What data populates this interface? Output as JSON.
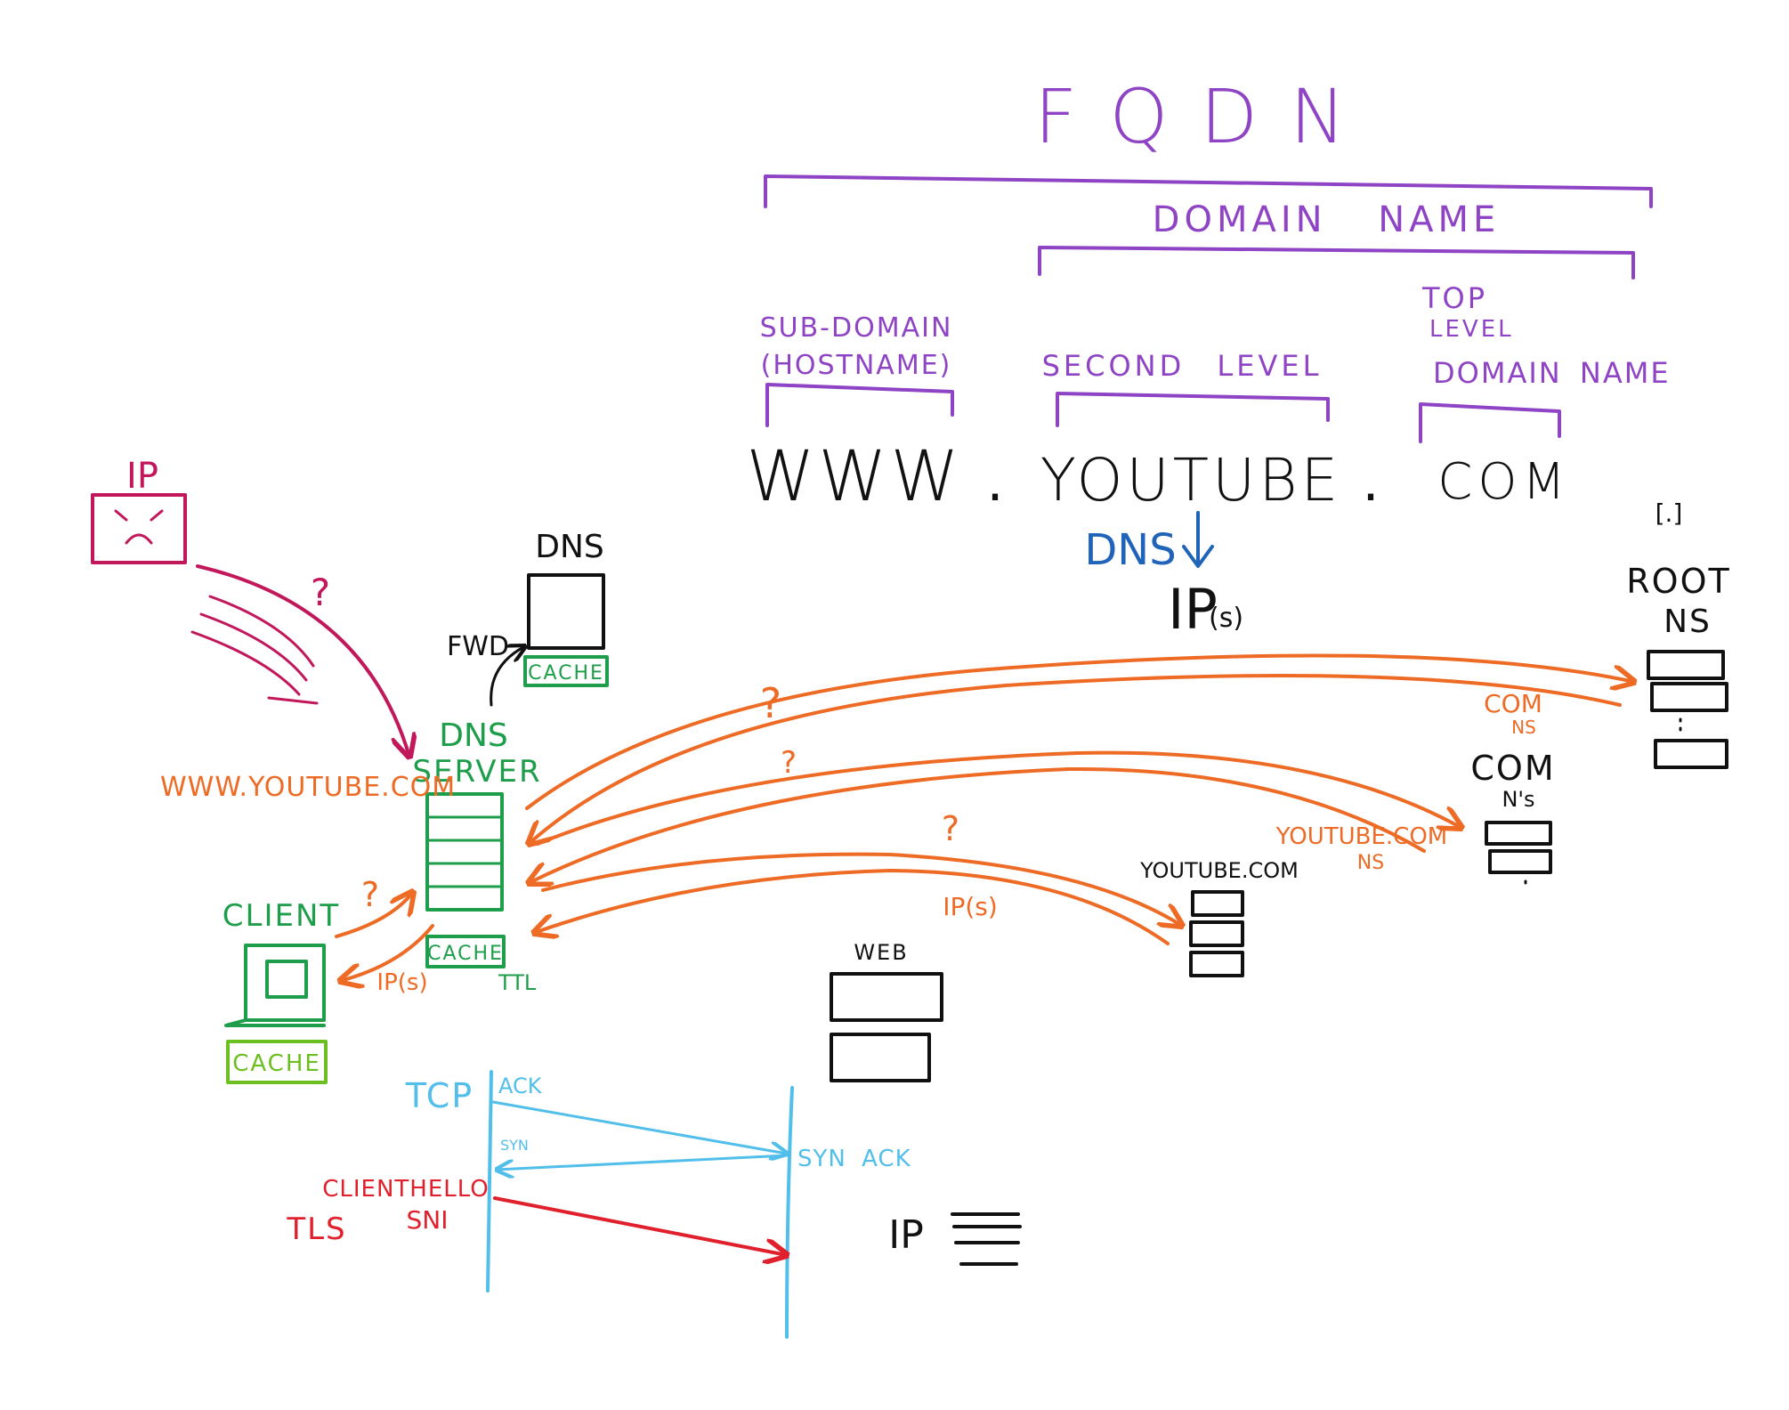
{
  "colors": {
    "purple": "#8e44c4",
    "black": "#111111",
    "blue": "#1f64b8",
    "magenta": "#c2185b",
    "orange": "#ee6b26",
    "green": "#1e9e4a",
    "lime": "#6cbf20",
    "cyan": "#52bfea",
    "red": "#e0202c"
  },
  "fqdn": {
    "title": "FQDN",
    "domain_name": "DOMAIN NAME",
    "subdomain_line1": "SUB-DOMAIN",
    "subdomain_line2": "(HOSTNAME)",
    "second_level": "SECOND LEVEL",
    "tld_line1": "TOP",
    "tld_line2": "LEVEL",
    "tld_line3": "DOMAIN NAME",
    "part_www": "WWW",
    "dot1": ".",
    "part_youtube": "YOUTUBE",
    "dot2": ".",
    "part_com": "COM",
    "dns_label": "DNS",
    "dns_result": "IP",
    "dns_result_suffix": "(s)"
  },
  "ip_device": {
    "label": "IP",
    "question": "?"
  },
  "dns_forwarder": {
    "label": "DNS",
    "cache": "CACHE",
    "fwd": "FWD"
  },
  "dns_server": {
    "label_line1": "DNS",
    "label_line2": "SERVER",
    "cache": "CACHE",
    "ttl": "TTL",
    "query": "WWW.YOUTUBE.COM"
  },
  "client": {
    "label": "CLIENT",
    "cache": "CACHE",
    "question": "?",
    "reply": "IP(s)"
  },
  "root_ns": {
    "glyph": "[.]",
    "label_line1": "ROOT",
    "label_line2": "NS",
    "question": "?",
    "referral_line1": "COM",
    "referral_line2": "NS"
  },
  "com_ns": {
    "label_line1": "COM",
    "label_line2": "N's",
    "question": "?",
    "referral_line1": "YOUTUBE.COM",
    "referral_line2": "NS"
  },
  "youtube_ns": {
    "label": "YOUTUBE.COM",
    "question": "?",
    "reply": "IP(s)"
  },
  "web": {
    "label": "WEB"
  },
  "handshake": {
    "tcp": "TCP",
    "ack": "ACK",
    "syn": "SYN",
    "syn_ack": "SYN ACK",
    "clienthello": "CLIENTHELLO",
    "sni": "SNI",
    "tls": "TLS",
    "ip": "IP"
  }
}
